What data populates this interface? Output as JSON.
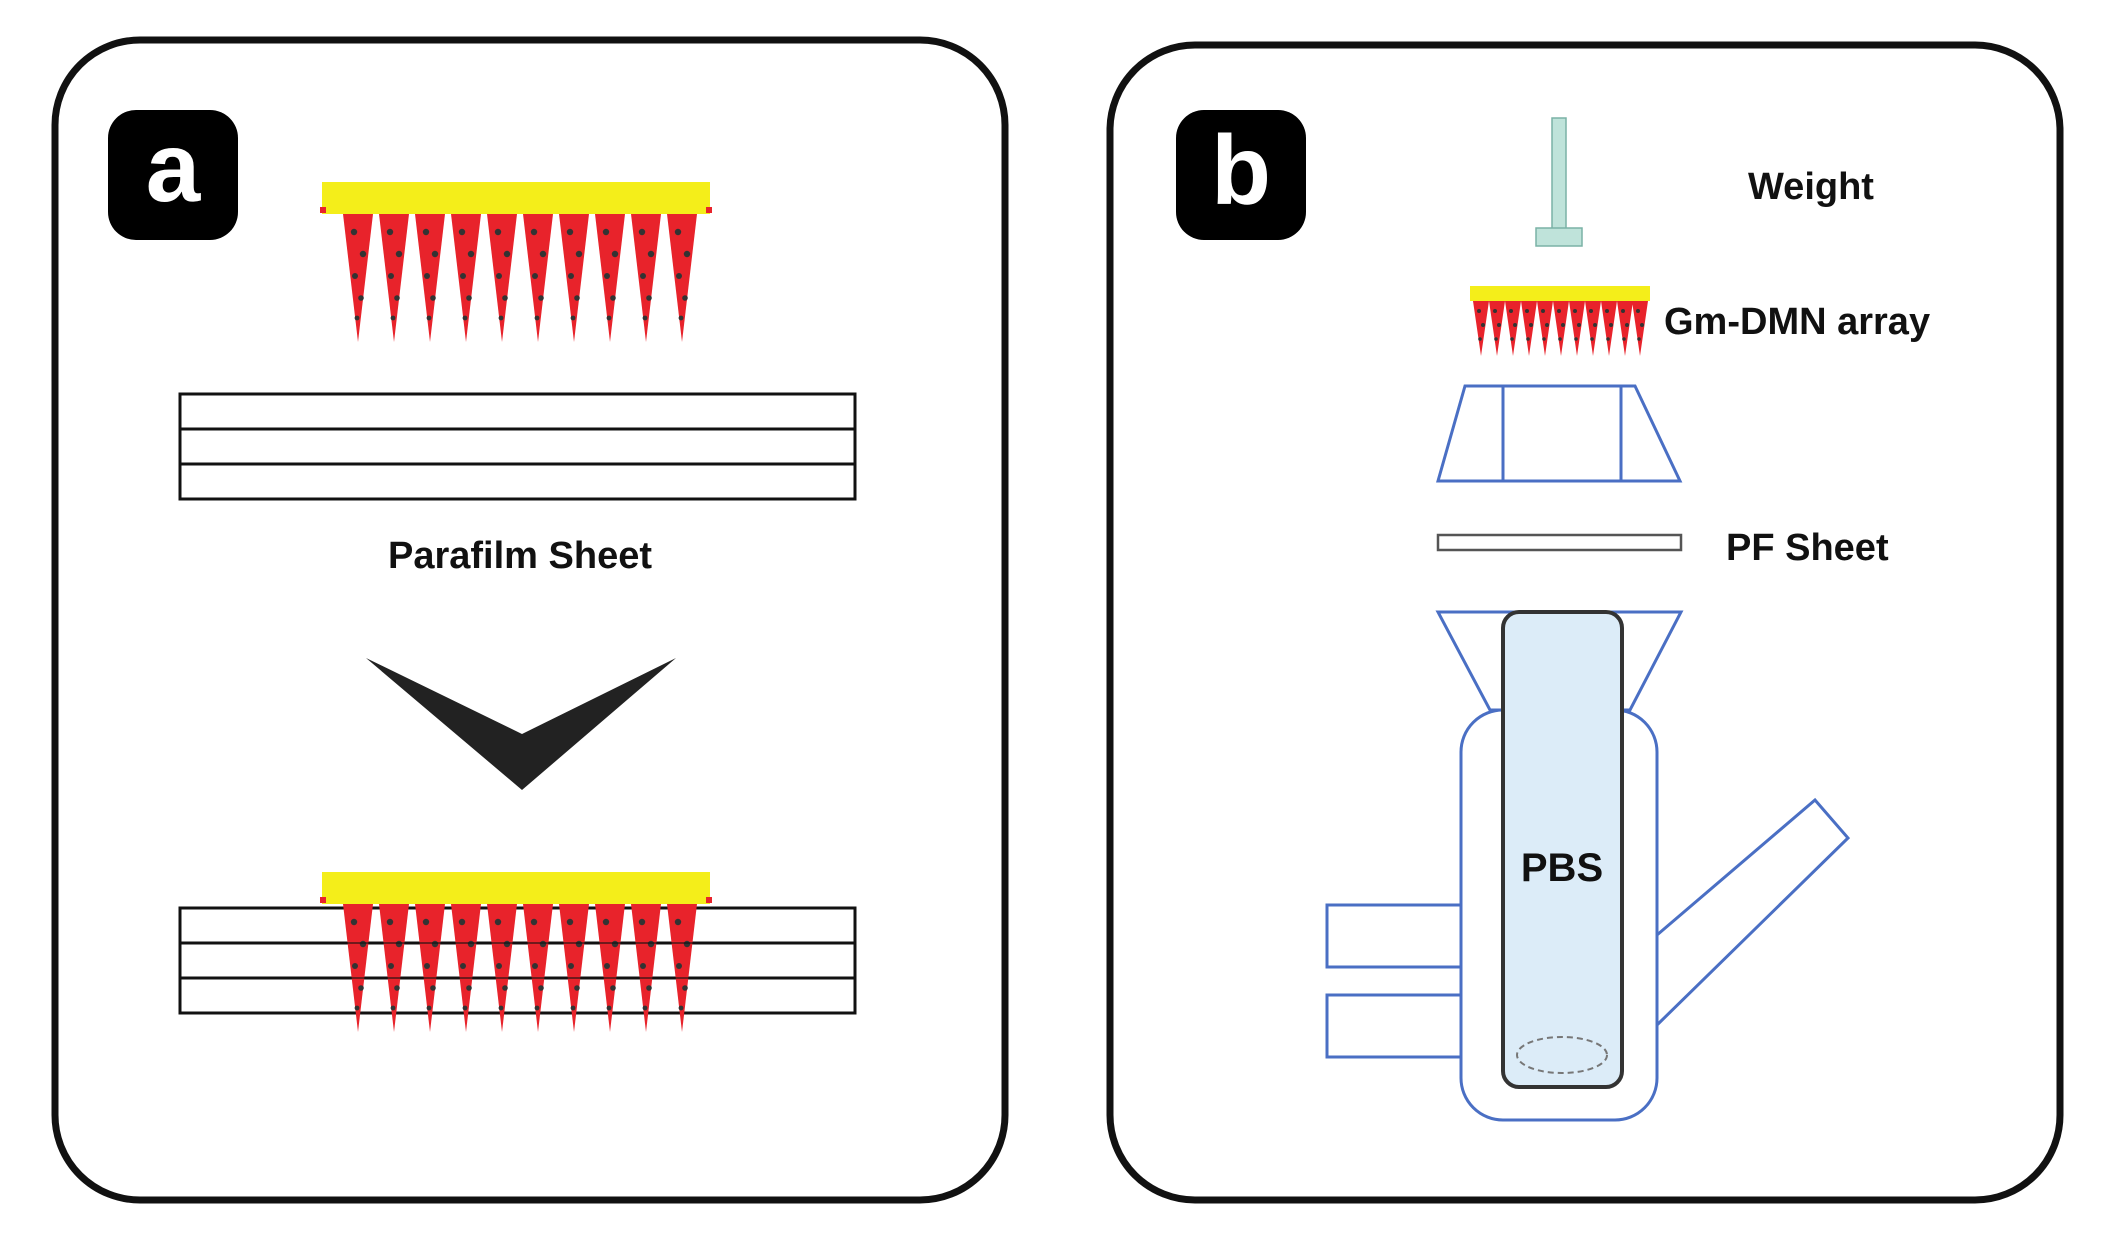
{
  "panel_a": {
    "letter": "a",
    "parafilm_label": "Parafilm Sheet"
  },
  "panel_b": {
    "letter": "b",
    "weight_label": "Weight",
    "array_label": "Gm-DMN array",
    "pf_sheet_label": "PF Sheet",
    "pbs_label": "PBS"
  },
  "colors": {
    "backing": "#f4ee1a",
    "needle": "#e8232b",
    "needle_dot": "#333333",
    "apparatus": "#4a6fc4",
    "weight": "#bfe3da",
    "pbs_fill": "#dcecf8",
    "arrow": "#222222",
    "frame": "#111111"
  }
}
